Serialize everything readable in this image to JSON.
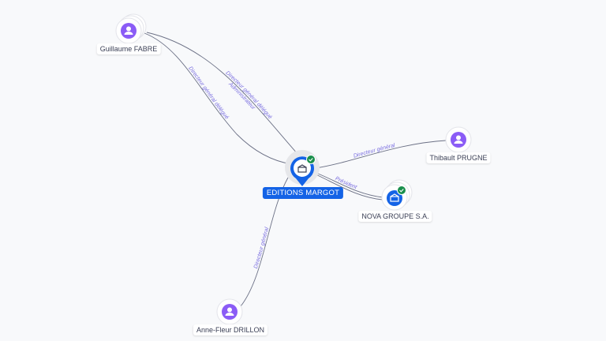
{
  "center": {
    "name": "EDITIONS MARGOT",
    "type": "company",
    "verified": true
  },
  "nodes": [
    {
      "id": "fabre",
      "name": "Guillaume FABRE",
      "type": "person"
    },
    {
      "id": "prugne",
      "name": "Thibault PRUGNE",
      "type": "person"
    },
    {
      "id": "drillon",
      "name": "Anne-Fleur DRILLON",
      "type": "person"
    },
    {
      "id": "nova",
      "name": "NOVA GROUPE S.A.",
      "type": "company",
      "verified": true
    }
  ],
  "edges": [
    {
      "from": "fabre",
      "label": "Directeur général délégué"
    },
    {
      "from": "fabre",
      "label": "Directeur général délégué"
    },
    {
      "from": "fabre",
      "label": "Administrateur"
    },
    {
      "from": "prugne",
      "label": "Directeur général"
    },
    {
      "from": "nova",
      "label": "Président"
    },
    {
      "from": "drillon",
      "label": "Directeur général"
    }
  ],
  "colors": {
    "accent": "#1463e6",
    "person": "#8b5cf6",
    "verified": "#1a8f4c",
    "edge_label": "#7a6ee0"
  }
}
